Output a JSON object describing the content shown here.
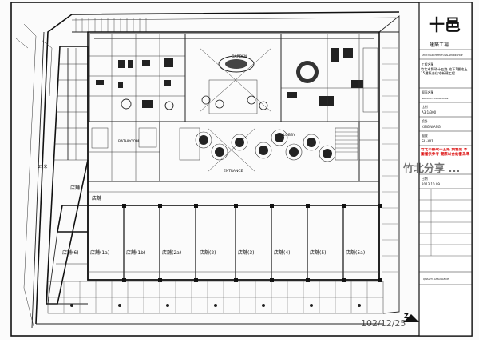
{
  "title_block": {
    "logo_glyph": "十邑",
    "firm_name": "建築工場",
    "firm_subtitle_en": "SHIH-YI ARCHITECTURAL WORKSHOP",
    "project_label": "工程名稱",
    "project_name": "竹北市縣政十五路 地下1層地上15層集合住宅新建工程",
    "drawing_label": "圖面名稱",
    "drawing_title_en": "GROUND FLOOR PLAN",
    "scale_label": "比例",
    "scale_value": "A3:1/300",
    "designer_label": "設計",
    "designer_value": "KING WANG",
    "drawing_no_label": "圖號",
    "drawing_no": "SU-W1",
    "notes_red": "竹北市縣政十五路 預售案 本圖僅供參考 實際以合約書為準",
    "date_label": "日期",
    "date_value": "2013.10.09",
    "stamp_text": "QUALITY ASSURANCE"
  },
  "plan": {
    "shop_labels": [
      "店舖(1a)",
      "店舖(1b)",
      "店舖(2a)",
      "店舖(2)",
      "店舖(3)",
      "店舖(4)",
      "店舖(5)",
      "店舖(5a)",
      "店舖(6)"
    ],
    "shop_left_a": "店舖",
    "shop_left_b": "店舖",
    "left_dim": "25米",
    "entrance_label": "ENTRANCE",
    "lobby_label": "LOBBY",
    "garden_label": "GARDEN"
  },
  "watermark": {
    "text": "竹北分享 ...",
    "date_text": "102/12/25"
  }
}
